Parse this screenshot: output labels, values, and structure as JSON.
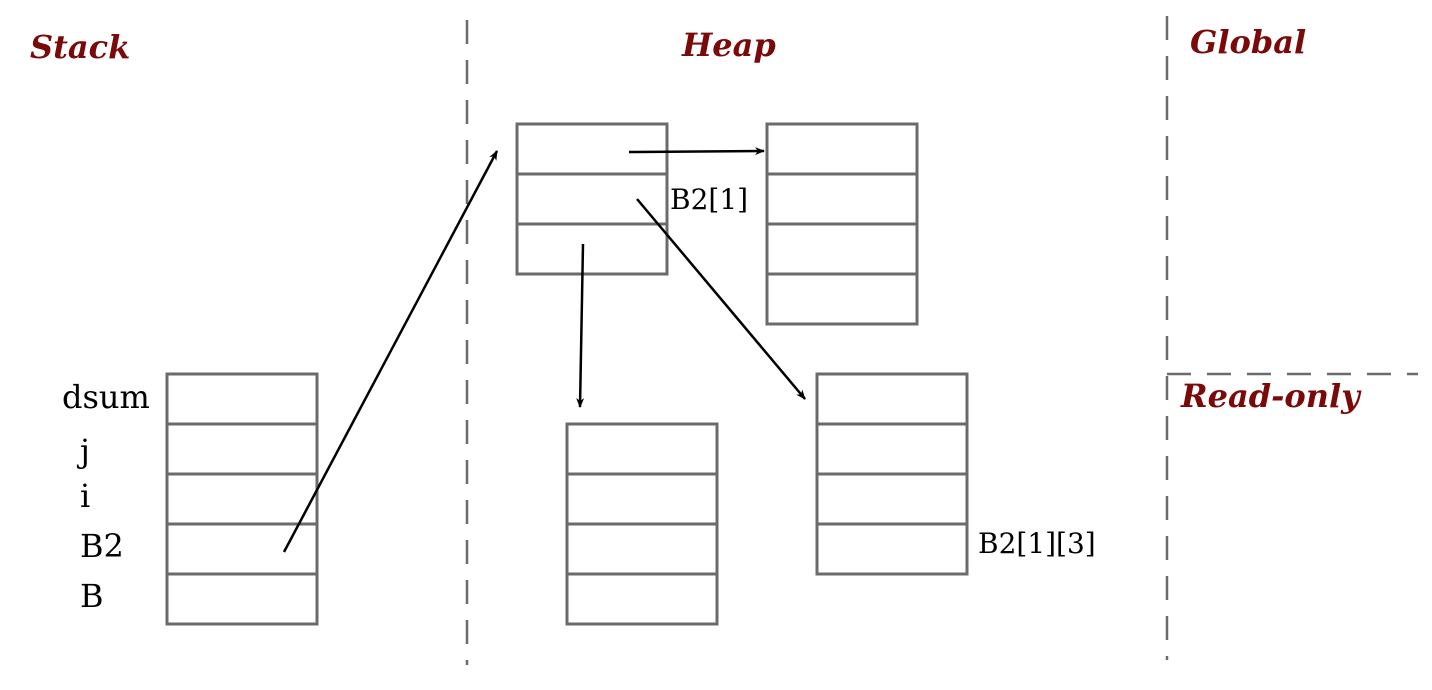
{
  "colors": {
    "region_title": "#7a0a0a",
    "cell_border": "#6b6b6b",
    "arrow": "#000000"
  },
  "regions": {
    "stack": "Stack",
    "heap": "Heap",
    "global": "Global",
    "read_only": "Read-only"
  },
  "stack_variables": [
    "dsum",
    "j",
    "i",
    "B2",
    "B"
  ],
  "heap_labels": {
    "row_pointer": "B2[1]",
    "element": "B2[1][3]"
  }
}
